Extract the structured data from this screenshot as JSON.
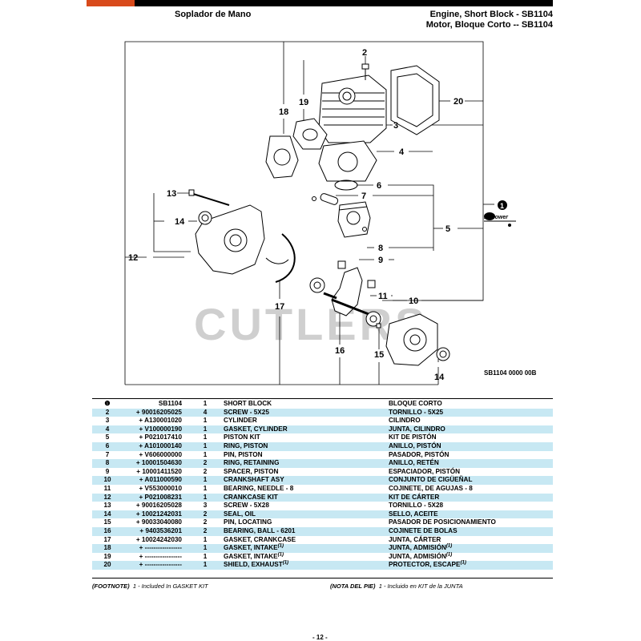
{
  "header": {
    "left_title": "Soplador de Mano",
    "right_title_en": "Engine, Short Block - SB1104",
    "right_title_es": "Motor, Bloque Corto -- SB1104"
  },
  "diagram": {
    "watermark": "CUTLERS",
    "id": "SB1104 0000 00B",
    "repower_label": "RePower",
    "callouts": [
      "2",
      "3",
      "4",
      "5",
      "6",
      "7",
      "8",
      "9",
      "10",
      "11",
      "12",
      "13",
      "14",
      "14",
      "15",
      "16",
      "17",
      "18",
      "19",
      "20",
      "1"
    ]
  },
  "parts": [
    {
      "ref": "❶",
      "part": "SB1104",
      "qty": "1",
      "en": "SHORT BLOCK",
      "es": "BLOQUE CORTO",
      "note": ""
    },
    {
      "ref": "2",
      "part": "+ 90016205025",
      "qty": "4",
      "en": "SCREW - 5X25",
      "es": "TORNILLO - 5X25",
      "note": ""
    },
    {
      "ref": "3",
      "part": "+ A130001020",
      "qty": "1",
      "en": "CYLINDER",
      "es": "CILINDRO",
      "note": ""
    },
    {
      "ref": "4",
      "part": "+ V100000190",
      "qty": "1",
      "en": "GASKET, CYLINDER",
      "es": "JUNTA, CILINDRO",
      "note": ""
    },
    {
      "ref": "5",
      "part": "+ P021017410",
      "qty": "1",
      "en": "PISTON KIT",
      "es": "KIT DE PISTÓN",
      "note": ""
    },
    {
      "ref": "6",
      "part": "+ A101000140",
      "qty": "1",
      "en": "RING, PISTON",
      "es": "ANILLO, PISTÓN",
      "note": ""
    },
    {
      "ref": "7",
      "part": "+ V606000000",
      "qty": "1",
      "en": "PIN, PISTON",
      "es": "PASADOR, PISTÓN",
      "note": ""
    },
    {
      "ref": "8",
      "part": "+ 10001504630",
      "qty": "2",
      "en": "RING, RETAINING",
      "es": "ANILLO, RETÉN",
      "note": ""
    },
    {
      "ref": "9",
      "part": "+ 10001411520",
      "qty": "2",
      "en": "SPACER, PISTON",
      "es": "ESPACIADOR, PISTÓN",
      "note": ""
    },
    {
      "ref": "10",
      "part": "+ A011000590",
      "qty": "1",
      "en": "CRANKSHAFT ASY",
      "es": "CONJUNTO DE CIGÜEÑAL",
      "note": ""
    },
    {
      "ref": "11",
      "part": "+ V553000010",
      "qty": "1",
      "en": "BEARING, NEEDLE - 8",
      "es": "COJINETE, DE AGUJAS - 8",
      "note": ""
    },
    {
      "ref": "12",
      "part": "+ P021008231",
      "qty": "1",
      "en": "CRANKCASE KIT",
      "es": "KIT DE CÁRTER",
      "note": ""
    },
    {
      "ref": "13",
      "part": "+ 90016205028",
      "qty": "3",
      "en": "SCREW - 5X28",
      "es": "TORNILLO - 5X28",
      "note": ""
    },
    {
      "ref": "14",
      "part": "+ 10021242031",
      "qty": "2",
      "en": "SEAL, OIL",
      "es": "SELLO, ACEITE",
      "note": ""
    },
    {
      "ref": "15",
      "part": "+ 90033040080",
      "qty": "2",
      "en": "PIN, LOCATING",
      "es": "PASADOR DE POSICIONAMIENTO",
      "note": ""
    },
    {
      "ref": "16",
      "part": "+ 9403536201",
      "qty": "2",
      "en": "BEARING, BALL - 6201",
      "es": "COJINETE DE BOLAS",
      "note": ""
    },
    {
      "ref": "17",
      "part": "+ 10024242030",
      "qty": "1",
      "en": "GASKET, CRANKCASE",
      "es": "JUNTA, CÁRTER",
      "note": ""
    },
    {
      "ref": "18",
      "part": "+ -----------------",
      "qty": "1",
      "en": "GASKET, INTAKE",
      "es": "JUNTA, ADMISIÓN",
      "note": "(1)"
    },
    {
      "ref": "19",
      "part": "+ -----------------",
      "qty": "1",
      "en": "GASKET, INTAKE",
      "es": "JUNTA, ADMISIÓN",
      "note": "(1)"
    },
    {
      "ref": "20",
      "part": "+ -----------------",
      "qty": "1",
      "en": "SHIELD, EXHAUST",
      "es": "PROTECTOR, ESCAPE",
      "note": "(1)"
    }
  ],
  "footnote": {
    "en_label": "(FOOTNOTE)",
    "en_text": "1 - Included In GASKET KIT",
    "es_label": "(NOTA DEL PIE)",
    "es_text": "1 - Incluido en KIT de la JUNTA"
  },
  "page_number": "- 12 -"
}
